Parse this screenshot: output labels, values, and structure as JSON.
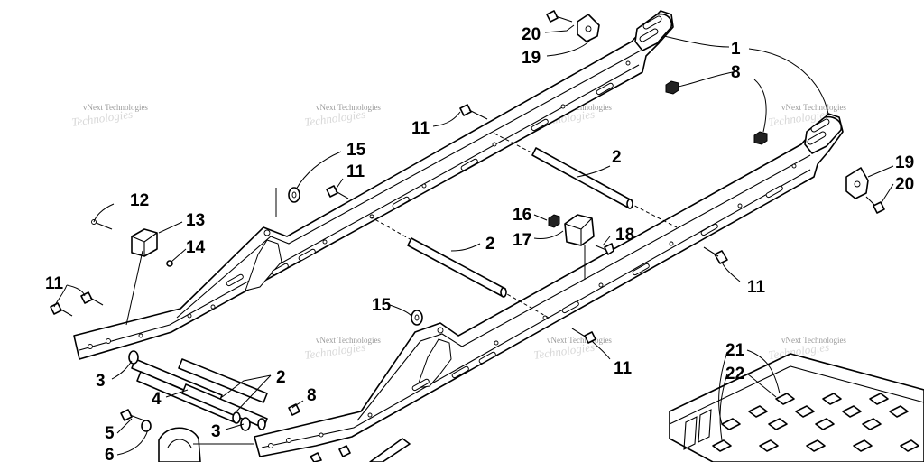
{
  "diagram": {
    "watermark": "vNext Technologies",
    "callouts": [
      {
        "id": "c1",
        "text": "1"
      },
      {
        "id": "c2a",
        "text": "2"
      },
      {
        "id": "c2b",
        "text": "2"
      },
      {
        "id": "c2c",
        "text": "2"
      },
      {
        "id": "c3a",
        "text": "3"
      },
      {
        "id": "c3b",
        "text": "3"
      },
      {
        "id": "c4",
        "text": "4"
      },
      {
        "id": "c5",
        "text": "5"
      },
      {
        "id": "c6",
        "text": "6"
      },
      {
        "id": "c8a",
        "text": "8"
      },
      {
        "id": "c8b",
        "text": "8"
      },
      {
        "id": "c11a",
        "text": "11"
      },
      {
        "id": "c11b",
        "text": "11"
      },
      {
        "id": "c11c",
        "text": "11"
      },
      {
        "id": "c11d",
        "text": "11"
      },
      {
        "id": "c11e",
        "text": "11"
      },
      {
        "id": "c12",
        "text": "12"
      },
      {
        "id": "c13",
        "text": "13"
      },
      {
        "id": "c14",
        "text": "14"
      },
      {
        "id": "c15a",
        "text": "15"
      },
      {
        "id": "c15b",
        "text": "15"
      },
      {
        "id": "c16",
        "text": "16"
      },
      {
        "id": "c17",
        "text": "17"
      },
      {
        "id": "c18",
        "text": "18"
      },
      {
        "id": "c19a",
        "text": "19"
      },
      {
        "id": "c19b",
        "text": "19"
      },
      {
        "id": "c20a",
        "text": "20"
      },
      {
        "id": "c20b",
        "text": "20"
      },
      {
        "id": "c21",
        "text": "21"
      },
      {
        "id": "c22",
        "text": "22"
      }
    ]
  }
}
